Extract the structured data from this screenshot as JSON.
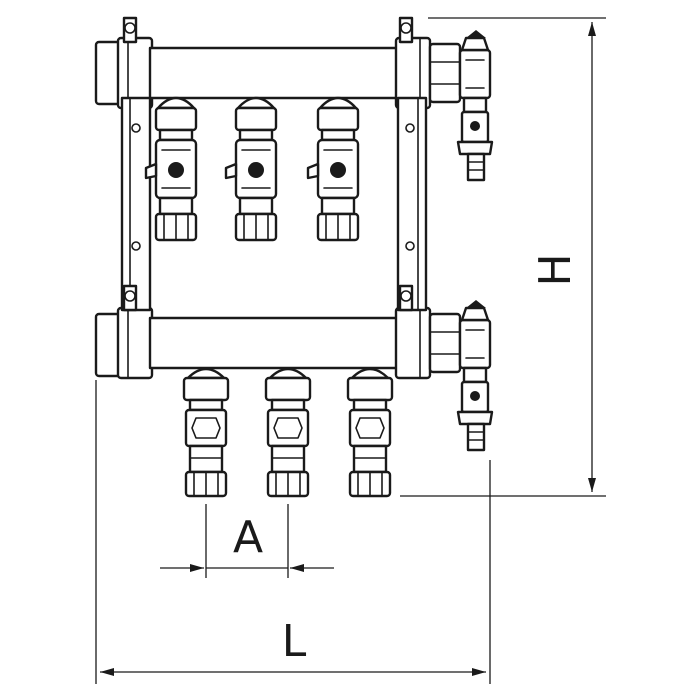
{
  "dimensions": {
    "height_label": "H",
    "width_label": "L",
    "spacing_label": "A"
  },
  "colors": {
    "line": "#1a1a1a",
    "background": "#ffffff"
  }
}
